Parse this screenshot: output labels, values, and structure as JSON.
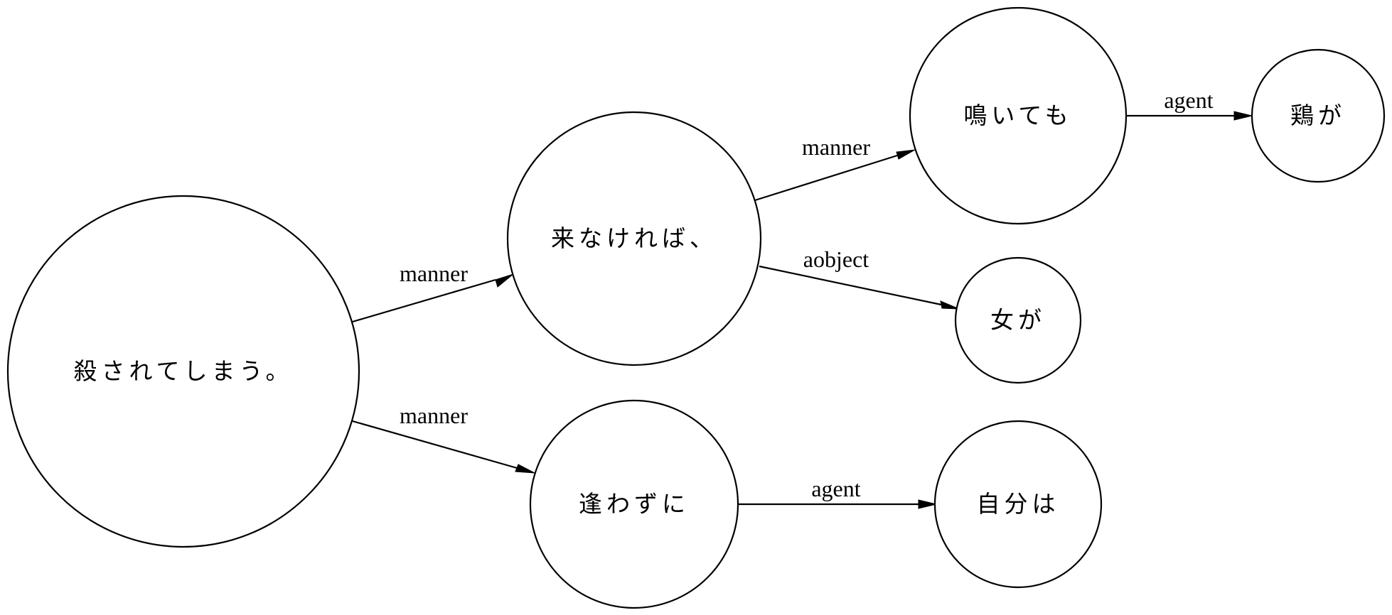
{
  "diagram": {
    "nodes": [
      {
        "id": "n1",
        "label": "殺されてしまう。"
      },
      {
        "id": "n2",
        "label": "来なければ、"
      },
      {
        "id": "n3",
        "label": "逢わずに"
      },
      {
        "id": "n4",
        "label": "鳴いても"
      },
      {
        "id": "n5",
        "label": "女が"
      },
      {
        "id": "n6",
        "label": "自分は"
      },
      {
        "id": "n7",
        "label": "鶏が"
      }
    ],
    "edges": [
      {
        "id": "e1",
        "from": "n1",
        "to": "n2",
        "label": "manner"
      },
      {
        "id": "e2",
        "from": "n1",
        "to": "n3",
        "label": "manner"
      },
      {
        "id": "e3",
        "from": "n2",
        "to": "n4",
        "label": "manner"
      },
      {
        "id": "e4",
        "from": "n2",
        "to": "n5",
        "label": "aobject"
      },
      {
        "id": "e5",
        "from": "n3",
        "to": "n6",
        "label": "agent"
      },
      {
        "id": "e6",
        "from": "n4",
        "to": "n7",
        "label": "agent"
      }
    ]
  }
}
